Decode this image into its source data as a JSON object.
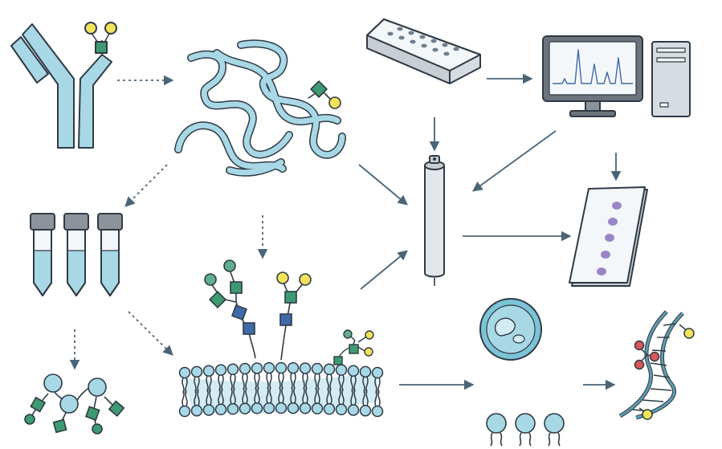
{
  "diagram": {
    "kind": "glycobiology-workflow-illustration",
    "nodes": [
      {
        "id": "antibody",
        "icon": "antibody-icon"
      },
      {
        "id": "protein",
        "icon": "glycoprotein-ribbon-icon"
      },
      {
        "id": "tubes",
        "icon": "sample-tubes-icon"
      },
      {
        "id": "membrane",
        "icon": "lipid-bilayer-icon"
      },
      {
        "id": "glycans",
        "icon": "free-glycans-icon"
      },
      {
        "id": "microplate",
        "icon": "microplate-icon"
      },
      {
        "id": "computer",
        "icon": "computer-workstation-icon"
      },
      {
        "id": "column",
        "icon": "chromatography-column-icon"
      },
      {
        "id": "gel",
        "icon": "gel-plate-icon"
      },
      {
        "id": "cell",
        "icon": "cell-icon"
      },
      {
        "id": "liposomes",
        "icon": "liposomes-icon"
      },
      {
        "id": "nucleic-acid",
        "icon": "nucleic-acid-strand-icon"
      }
    ],
    "edges": [
      {
        "from": "antibody",
        "to": "protein",
        "style": "dotted"
      },
      {
        "from": "protein",
        "to": "tubes",
        "style": "dotted"
      },
      {
        "from": "protein",
        "to": "membrane",
        "style": "dotted"
      },
      {
        "from": "tubes",
        "to": "glycans",
        "style": "dotted"
      },
      {
        "from": "tubes",
        "to": "membrane",
        "style": "dotted"
      },
      {
        "from": "protein",
        "to": "column",
        "style": "solid"
      },
      {
        "from": "membrane",
        "to": "column",
        "style": "solid"
      },
      {
        "from": "microplate",
        "to": "computer",
        "style": "solid"
      },
      {
        "from": "microplate",
        "to": "column",
        "style": "solid"
      },
      {
        "from": "computer",
        "to": "column",
        "style": "solid"
      },
      {
        "from": "computer",
        "to": "gel",
        "style": "solid"
      },
      {
        "from": "column",
        "to": "gel",
        "style": "solid"
      },
      {
        "from": "membrane",
        "to": "cell",
        "style": "solid"
      },
      {
        "from": "cell",
        "to": "nucleic-acid",
        "style": "solid"
      }
    ]
  },
  "colors": {
    "outline": "#2f3a45",
    "light-blue": "#a8d8e6",
    "mid-blue": "#7cc3d6",
    "green": "#3e9a72",
    "teal-green": "#5fae8f",
    "yellow": "#f2e35a",
    "dark-blue": "#3f6aa8",
    "red": "#d9575a",
    "purple": "#9a86c7",
    "arrow": "#4a6478",
    "gray": "#c9ced4",
    "screen": "#f4f7f9"
  }
}
